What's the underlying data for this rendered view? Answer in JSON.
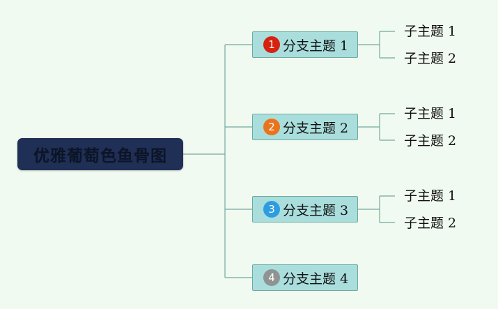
{
  "root": {
    "title": "优雅葡萄色鱼骨图"
  },
  "branches": [
    {
      "badge": "1",
      "badge_color": "#d62310",
      "label": "分支主题 1",
      "children": [
        "子主题 1",
        "子主题 2"
      ]
    },
    {
      "badge": "2",
      "badge_color": "#e9741c",
      "label": "分支主题 2",
      "children": [
        "子主题 1",
        "子主题 2"
      ]
    },
    {
      "badge": "3",
      "badge_color": "#2e9ddf",
      "label": "分支主题 3",
      "children": [
        "子主题 1",
        "子主题 2"
      ]
    },
    {
      "badge": "4",
      "badge_color": "#8f9493",
      "label": "分支主题 4",
      "children": []
    }
  ],
  "colors": {
    "background": "#f1faf0",
    "root_fill": "#1f2f55",
    "branch_fill": "#a9dedd",
    "connector": "#74a89e"
  }
}
